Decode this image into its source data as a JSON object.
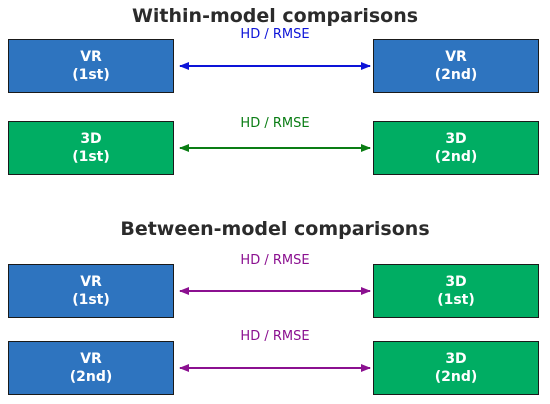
{
  "colors": {
    "vr": "#2e74bf",
    "three_d": "#00ad63",
    "blue_arrow": "#0d14d8",
    "green_arrow": "#0a7d14",
    "purple_arrow": "#8b1090",
    "title": "#2b2b2b"
  },
  "within": {
    "title": "Within-model comparisons",
    "rows": [
      {
        "left": {
          "name": "VR",
          "session": "(1st)"
        },
        "right": {
          "name": "VR",
          "session": "(2nd)"
        },
        "label": "HD / RMSE"
      },
      {
        "left": {
          "name": "3D",
          "session": "(1st)"
        },
        "right": {
          "name": "3D",
          "session": "(2nd)"
        },
        "label": "HD / RMSE"
      }
    ]
  },
  "between": {
    "title": "Between-model comparisons",
    "rows": [
      {
        "left": {
          "name": "VR",
          "session": "(1st)"
        },
        "right": {
          "name": "3D",
          "session": "(1st)"
        },
        "label": "HD / RMSE"
      },
      {
        "left": {
          "name": "VR",
          "session": "(2nd)"
        },
        "right": {
          "name": "3D",
          "session": "(2nd)"
        },
        "label": "HD / RMSE"
      }
    ]
  }
}
